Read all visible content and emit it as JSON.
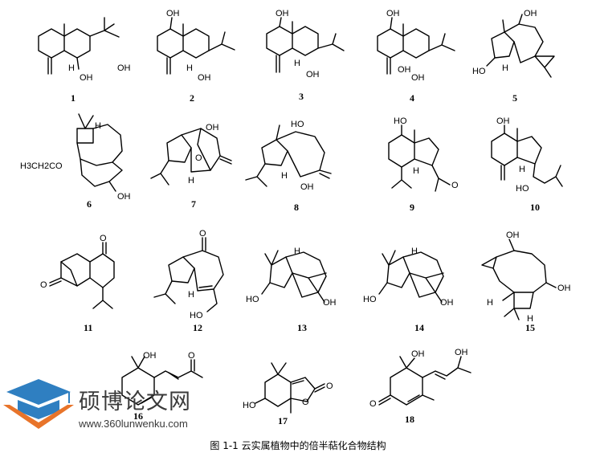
{
  "caption": "图 1-1  云实属植物中的倍半萜化合物结构",
  "watermark": {
    "name": "硕博论文网",
    "url": "www.360lunwenku.com"
  },
  "compounds": [
    {
      "id": "1",
      "labels": [
        "OH",
        "H",
        "OH"
      ]
    },
    {
      "id": "2",
      "labels": [
        "OH",
        "H",
        "OH"
      ]
    },
    {
      "id": "3",
      "labels": [
        "OH",
        "H",
        "OH"
      ]
    },
    {
      "id": "4",
      "labels": [
        "OH",
        "OH",
        "OH"
      ]
    },
    {
      "id": "5",
      "labels": [
        "OH",
        "HO",
        "H"
      ]
    },
    {
      "id": "6",
      "labels": [
        "H",
        "H3CH2CO",
        "OH"
      ]
    },
    {
      "id": "7",
      "labels": [
        "OH",
        "O",
        "H"
      ]
    },
    {
      "id": "8",
      "labels": [
        "HO",
        "H",
        "OH"
      ]
    },
    {
      "id": "9",
      "labels": [
        "HO",
        "H",
        "O"
      ]
    },
    {
      "id": "10",
      "labels": [
        "OH",
        "H",
        "HO"
      ]
    },
    {
      "id": "11",
      "labels": [
        "O",
        "O"
      ]
    },
    {
      "id": "12",
      "labels": [
        "O",
        "H",
        "HO"
      ]
    },
    {
      "id": "13",
      "labels": [
        "H",
        "HO",
        "OH"
      ]
    },
    {
      "id": "14",
      "labels": [
        "H",
        "HO",
        "OH"
      ]
    },
    {
      "id": "15",
      "labels": [
        "OH",
        "H",
        "OH",
        "H"
      ]
    },
    {
      "id": "16",
      "labels": [
        "OH",
        "O"
      ]
    },
    {
      "id": "17",
      "labels": [
        "O",
        "HO",
        "O"
      ]
    },
    {
      "id": "18",
      "labels": [
        "OH",
        "OH",
        "O"
      ]
    }
  ]
}
